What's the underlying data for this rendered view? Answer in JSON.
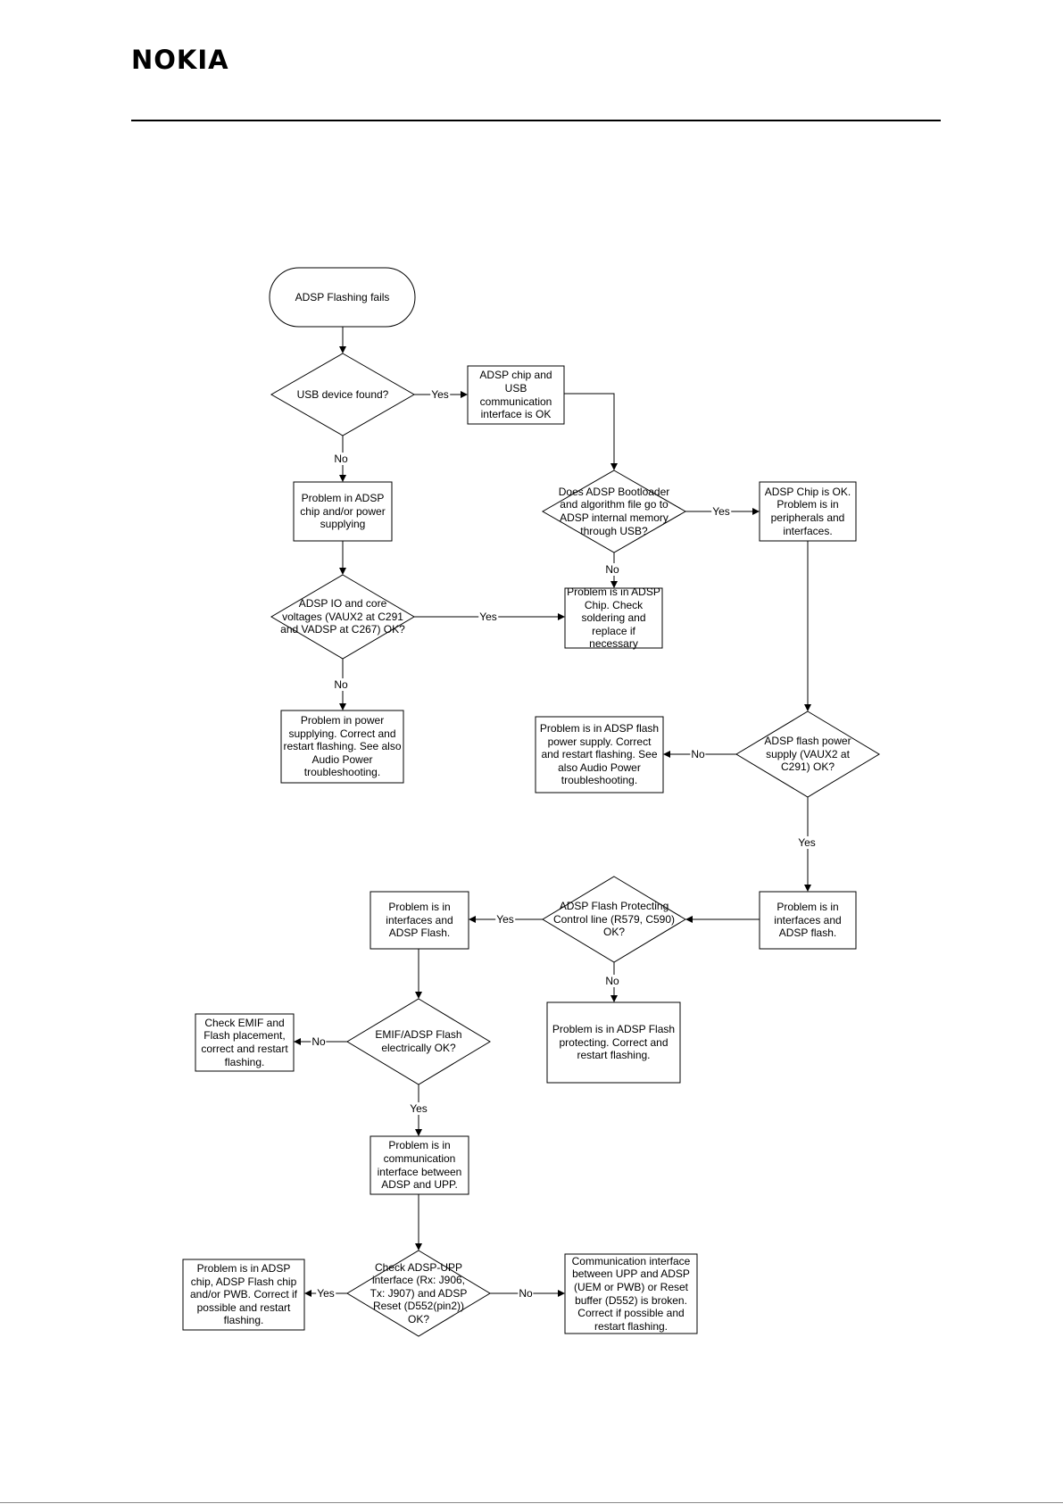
{
  "header": {
    "logo": "NOKIA"
  },
  "flowchart": {
    "nodes": {
      "start": "ADSP Flashing fails",
      "usb_found": "USB device found?",
      "usb_ok": "ADSP chip and USB communication interface is OK",
      "power_problem": "Problem in ADSP chip and/or power supplying",
      "bootloader": "Does ADSP Bootloader and algorithm file go to ADSP internal memory through USB?",
      "chip_ok": "ADSP Chip is OK. Problem is in peripherals and interfaces.",
      "io_voltages": "ADSP IO and core voltages (VAUX2 at C291 and VADSP at C267) OK?",
      "chip_problem": "Problem is in ADSP Chip. Check soldering and replace if necessary",
      "power_supplying": "Problem in power supplying. Correct and restart flashing. See also Audio Power troubleshooting.",
      "flash_power_problem": "Problem is in ADSP flash power supply. Correct and restart flashing. See also Audio Power troubleshooting.",
      "flash_power": "ADSP flash power supply (VAUX2 at C291) OK?",
      "interfaces_flash_right": "Problem is in interfaces and ADSP flash.",
      "flash_protecting": "ADSP Flash Protecting Control line (R579, C590) OK?",
      "interfaces_flash_left": "Problem is in interfaces and ADSP Flash.",
      "protecting_problem": "Problem is in ADSP Flash protecting. Correct and restart flashing.",
      "emif_ok": "EMIF/ADSP Flash electrically OK?",
      "check_emif": "Check EMIF and Flash placement, correct and restart flashing.",
      "comm_upp": "Problem is in communication interface between ADSP and UPP.",
      "check_upp": "Check ADSP-UPP interface (Rx: J906, Tx: J907) and ADSP Reset (D552(pin2)) OK?",
      "chip_flash_pwb": "Problem is in ADSP chip, ADSP Flash chip and/or PWB. Correct if possible and restart flashing.",
      "comm_broken": "Communication interface between UPP and ADSP (UEM or PWB) or Reset buffer (D552) is broken. Correct if possible and restart flashing."
    },
    "edges": {
      "usb_yes": "Yes",
      "usb_no": "No",
      "boot_yes": "Yes",
      "boot_no": "No",
      "io_yes": "Yes",
      "io_no": "No",
      "fp_no": "No",
      "fp_yes": "Yes",
      "prot_yes": "Yes",
      "prot_no": "No",
      "emif_no": "No",
      "emif_yes": "Yes",
      "upp_yes": "Yes",
      "upp_no": "No"
    }
  }
}
